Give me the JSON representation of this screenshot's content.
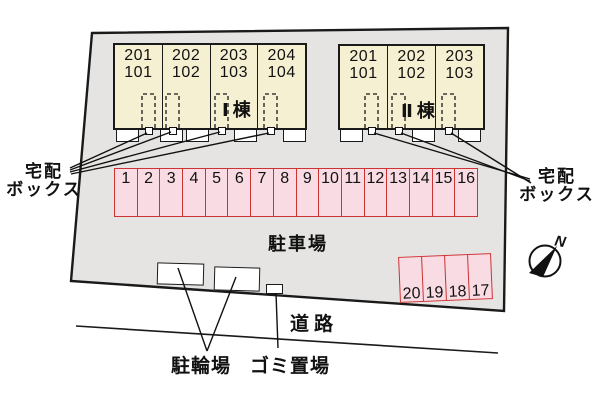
{
  "colors": {
    "site_fill": "#e5e4e2",
    "outline": "#1a1a1a",
    "building_fill": "#f6f0d2",
    "parking_fill": "#f9dbe3",
    "parking_border": "#cc3333"
  },
  "compass": {
    "north_label": "N"
  },
  "buildings": [
    {
      "name": "Ⅰ棟",
      "units": [
        {
          "upper": "201",
          "lower": "101"
        },
        {
          "upper": "202",
          "lower": "102"
        },
        {
          "upper": "203",
          "lower": "103"
        },
        {
          "upper": "204",
          "lower": "104"
        }
      ]
    },
    {
      "name": "Ⅱ棟",
      "units": [
        {
          "upper": "201",
          "lower": "101"
        },
        {
          "upper": "202",
          "lower": "102"
        },
        {
          "upper": "203",
          "lower": "103"
        }
      ]
    }
  ],
  "parking": {
    "area_label": "駐車場",
    "row_main": [
      "1",
      "2",
      "3",
      "4",
      "5",
      "6",
      "7",
      "8",
      "9",
      "10",
      "11",
      "12",
      "13",
      "14",
      "15",
      "16"
    ],
    "row_south": [
      "20",
      "19",
      "18",
      "17"
    ]
  },
  "labels": {
    "delivery_box_left": {
      "line1": "宅配",
      "line2": "ボックス"
    },
    "delivery_box_right": {
      "line1": "宅配",
      "line2": "ボックス"
    },
    "road": "道路",
    "bicycle_parking": "駐輪場",
    "garbage_area": "ゴミ置場"
  }
}
